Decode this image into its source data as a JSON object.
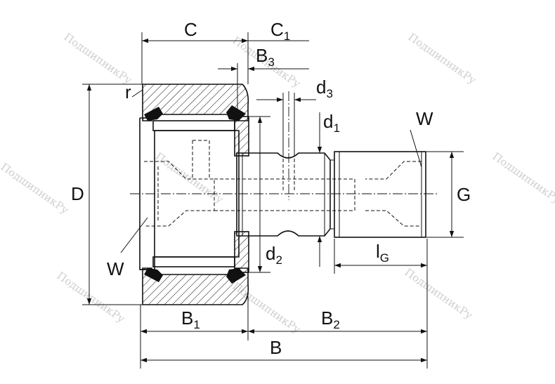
{
  "labels": {
    "C": {
      "main": "C",
      "sub": ""
    },
    "C1": {
      "main": "C",
      "sub": "1"
    },
    "B3": {
      "main": "B",
      "sub": "3"
    },
    "d3": {
      "main": "d",
      "sub": "3"
    },
    "d1": {
      "main": "d",
      "sub": "1"
    },
    "d2": {
      "main": "d",
      "sub": "2"
    },
    "r": {
      "main": "r",
      "sub": ""
    },
    "D": {
      "main": "D",
      "sub": ""
    },
    "W_top": {
      "main": "W",
      "sub": ""
    },
    "W_left": {
      "main": "W",
      "sub": ""
    },
    "G": {
      "main": "G",
      "sub": ""
    },
    "lG": {
      "main": "l",
      "sub": "G"
    },
    "B1": {
      "main": "B",
      "sub": "1"
    },
    "B2": {
      "main": "B",
      "sub": "2"
    },
    "B": {
      "main": "B",
      "sub": ""
    }
  },
  "watermark": "ПодшипникРу"
}
